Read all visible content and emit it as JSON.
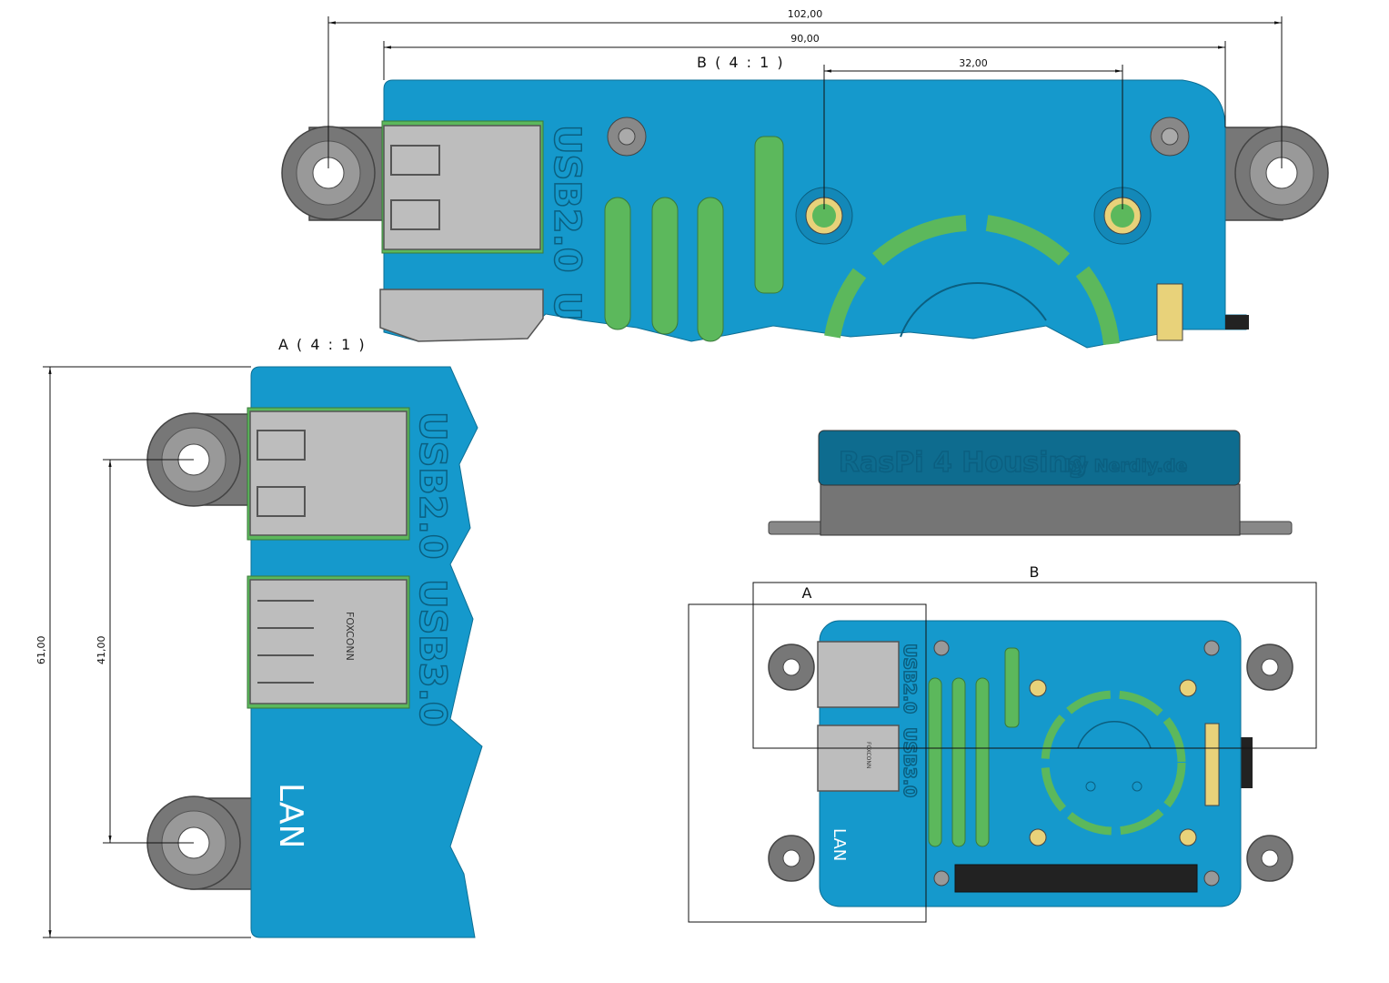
{
  "views": {
    "top": {
      "label": "B ( 4 : 1 )",
      "usb2": "USB2.0",
      "usb3_partial": "U"
    },
    "detail_a": {
      "label": "A ( 4 : 1 )",
      "usb2": "USB2.0",
      "usb3": "USB3.0",
      "lan": "LAN",
      "brand": "FOXCONN"
    },
    "side": {
      "title": "RasPi 4 Housing",
      "subtitle": "by Nerdiy.de"
    },
    "overview": {
      "box_a": "A",
      "box_b": "B",
      "usb2": "USB2.0",
      "usb3": "USB3.0",
      "lan": "LAN",
      "brand": "FOXCONN"
    }
  },
  "dimensions": {
    "overall_width": "102,00",
    "board_width": "90,00",
    "mount_spacing": "32,00",
    "overall_height": "61,00",
    "ear_spacing": "41,00"
  },
  "colors": {
    "board": "#1599cc",
    "green": "#5cb85c",
    "ear": "#777777",
    "housing_dark": "#0e6c8f"
  }
}
